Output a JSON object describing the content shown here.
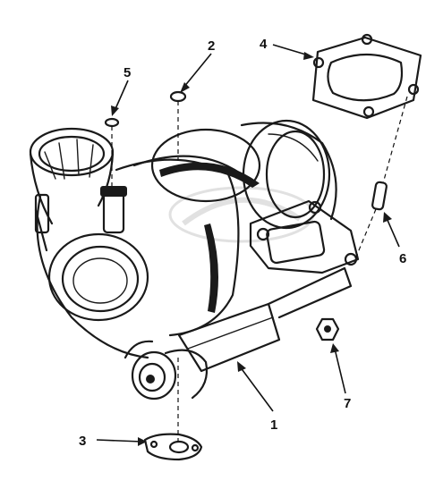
{
  "diagram": {
    "callouts": [
      {
        "id": "1",
        "label": "1"
      },
      {
        "id": "2",
        "label": "2"
      },
      {
        "id": "3",
        "label": "3"
      },
      {
        "id": "4",
        "label": "4"
      },
      {
        "id": "5",
        "label": "5"
      },
      {
        "id": "6",
        "label": "6"
      },
      {
        "id": "7",
        "label": "7"
      }
    ]
  },
  "colors": {
    "ink": "#1a1a1a",
    "background": "#ffffff"
  }
}
